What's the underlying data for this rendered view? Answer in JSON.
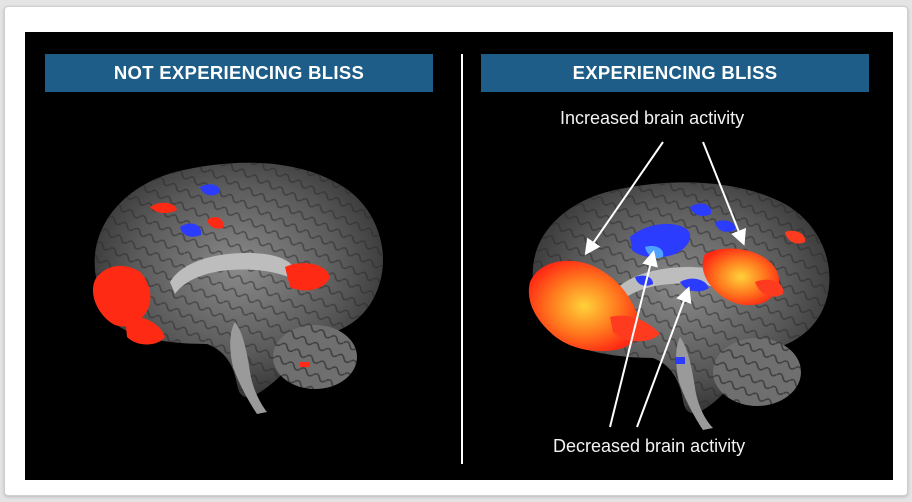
{
  "panels": {
    "left": {
      "title": "NOT EXPERIENCING BLISS"
    },
    "right": {
      "title": "EXPERIENCING BLISS"
    }
  },
  "annotations": {
    "increased": "Increased brain activity",
    "decreased": "Decreased brain activity"
  },
  "colors": {
    "banner": "#1d5d88",
    "increased_activity": "#ff3b1f",
    "decreased_activity": "#2b3cff",
    "background": "#000000"
  }
}
